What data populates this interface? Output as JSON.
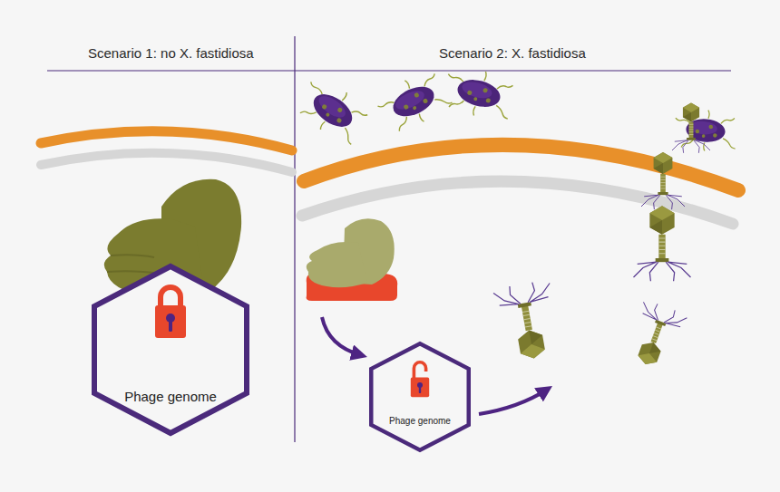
{
  "diagram": {
    "nodes": [
      {
        "text": [
          "Phage genome"
        ]
      },
      {
        "text": [
          "Phage genome"
        ]
      }
    ],
    "labels": [
      "Scenario 1: no X. fastidiosa",
      "Scenario 2: X. fastidiosa"
    ]
  }
}
